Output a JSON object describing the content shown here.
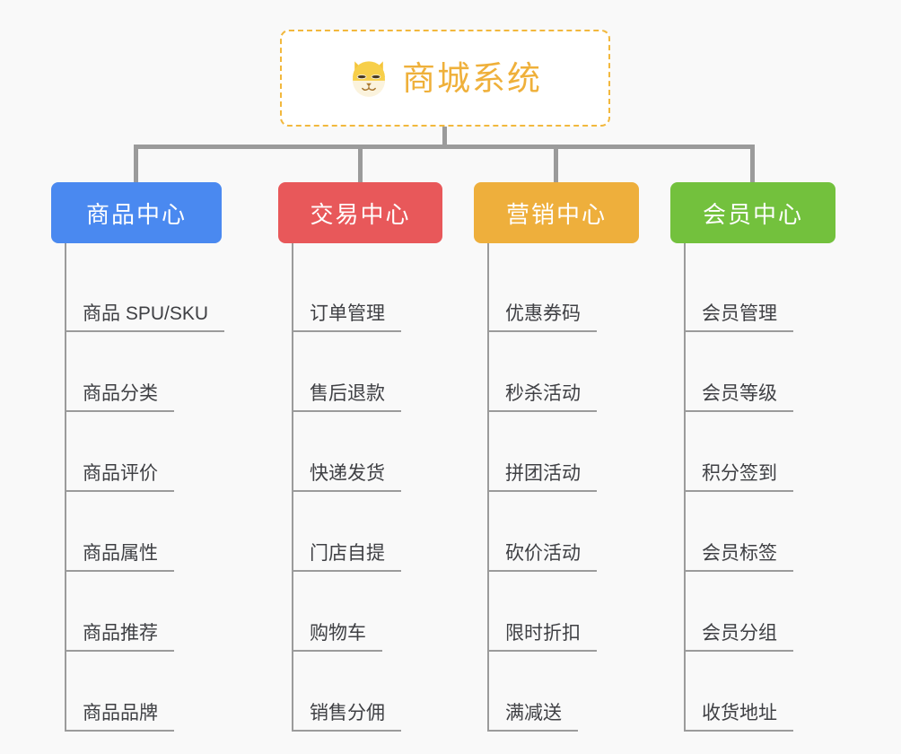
{
  "diagram": {
    "type": "org-chart",
    "background_color": "#f9f9f9",
    "connector_color": "#9b9b9b",
    "root": {
      "title": "商城系统",
      "icon": "shiba-dog-icon",
      "text_color": "#efb03a",
      "border_color": "#f2b83d",
      "background_color": "#ffffff"
    },
    "categories": [
      {
        "label": "商品中心",
        "color": "#4a89f0",
        "items": [
          "商品 SPU/SKU",
          "商品分类",
          "商品评价",
          "商品属性",
          "商品推荐",
          "商品品牌"
        ]
      },
      {
        "label": "交易中心",
        "color": "#e8585a",
        "items": [
          "订单管理",
          "售后退款",
          "快递发货",
          "门店自提",
          "购物车",
          "销售分佣"
        ]
      },
      {
        "label": "营销中心",
        "color": "#eeaf3c",
        "items": [
          "优惠券码",
          "秒杀活动",
          "拼团活动",
          "砍价活动",
          "限时折扣",
          "满减送"
        ]
      },
      {
        "label": "会员中心",
        "color": "#73c13d",
        "items": [
          "会员管理",
          "会员等级",
          "积分签到",
          "会员标签",
          "会员分组",
          "收货地址"
        ]
      }
    ]
  }
}
